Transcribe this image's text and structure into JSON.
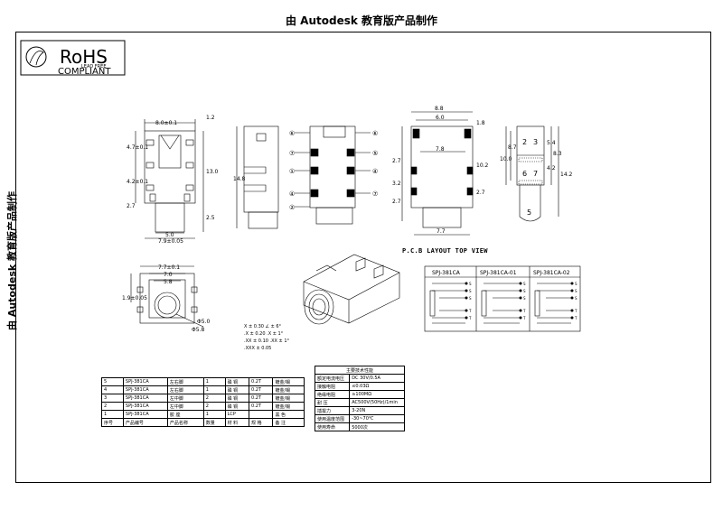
{
  "watermark": "由 Autodesk 教育版产品制作",
  "rohs": {
    "title": "RoHS",
    "lead_free": "LEAD FREE",
    "compliant": "COMPLIANT"
  },
  "dims": {
    "front_top": "8.0±0.1",
    "front_right_1": "1.2",
    "front_right_2": "13.0",
    "front_right_3": "2.5",
    "front_left_1": "4.7±0.1",
    "front_left_2": "4.2±0.1",
    "front_left_3": "2.7",
    "front_bottom_1": "5.0",
    "front_bottom_2": "7.9±0.05",
    "side_height": "14.8",
    "rear_top_1": "8.8",
    "rear_top_2": "6.0",
    "rear_right": "1.8",
    "rear_mid": "7.8",
    "rear_left_1": "2.7",
    "rear_left_2": "3.2",
    "rear_left_3": "2.7",
    "rear_right_1": "10.2",
    "rear_right_2": "2.7",
    "rear_bottom": "7.7",
    "circle_top_1": "7.7±0.1",
    "circle_top_2": "7.0",
    "circle_top_3": "5.8",
    "circle_left": "1.9±0.05",
    "circle_diag": "Φ5.0",
    "circle_diag2": "Φ5.8",
    "schem_left_1": "10.0",
    "schem_left_2": "8.7",
    "schem_right_1": "8.3",
    "schem_right_2": "14.2",
    "schem_mid_1": "5.4",
    "schem_mid_2": "4.2"
  },
  "pin_labels": {
    "p2": "2",
    "p3": "3",
    "p6": "6",
    "p7": "7",
    "p5": "5"
  },
  "side_pins": [
    "⑥",
    "⑦",
    "⑤",
    "①",
    "④",
    "②"
  ],
  "pcb_title": "P.C.B LAYOUT TOP VIEW",
  "pcb_columns": [
    "SPJ-381CA",
    "SPJ-381CA-01",
    "SPJ-381CA-02"
  ],
  "pcb_pin_letters": [
    "S",
    "S",
    "S",
    "T",
    "T"
  ],
  "tolerances": [
    "X ± 0.30  ∠ ± 6°",
    ".X ± 0.20  .X ± 1°",
    ".XX ± 0.10  .XX ± 1°",
    ".XXX ± 0.05"
  ],
  "bom": {
    "rows": [
      [
        "5",
        "SPJ-381CA",
        "左右脚",
        "1",
        "磷 铜",
        "0.2T",
        "镀金/锡"
      ],
      [
        "4",
        "SPJ-381CA",
        "左右脚",
        "1",
        "磷 铜",
        "0.2T",
        "镀金/锡"
      ],
      [
        "3",
        "SPJ-381CA",
        "左中脚",
        "2",
        "磷 铜",
        "0.2T",
        "镀金/锡"
      ],
      [
        "2",
        "SPJ-381CA",
        "左中脚",
        "2",
        "磷 铜",
        "0.2T",
        "镀金/锡"
      ],
      [
        "1",
        "SPJ-381CA",
        "胶 座",
        "1",
        "LCP",
        "",
        "黑 色"
      ]
    ],
    "header": [
      "序号",
      "产品编号",
      "产品名称",
      "数量",
      "材 料",
      "规 格",
      "备 注"
    ]
  },
  "spec": {
    "title": "主要技术性能",
    "rows": [
      [
        "额定电流电压",
        "DC 30V/0.5A"
      ],
      [
        "接触电阻",
        "≤0.03Ω"
      ],
      [
        "绝缘电阻",
        "≥100MΩ"
      ],
      [
        "耐 压",
        "AC500V(50Hz)/1min"
      ],
      [
        "插拔力",
        "3-20N"
      ],
      [
        "使用温度范围",
        "-30~70℃"
      ],
      [
        "使用寿命",
        "5000次"
      ]
    ]
  }
}
